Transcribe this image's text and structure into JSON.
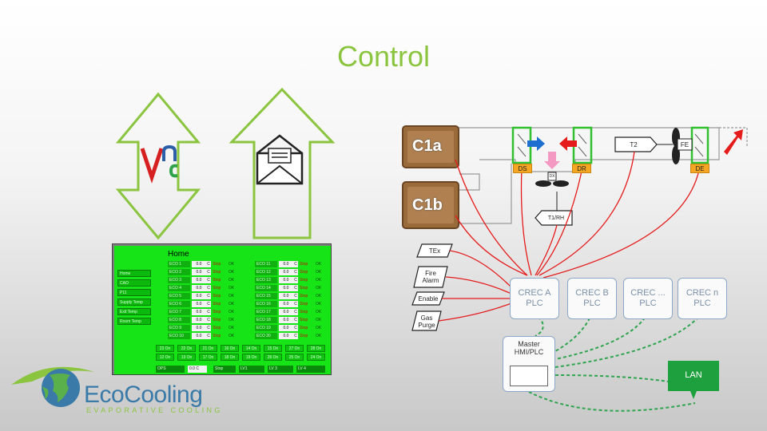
{
  "slide": {
    "title": "Control"
  },
  "logo": {
    "name": "EcoCooling",
    "tagline": "EVAPORATIVE COOLING"
  },
  "icons": {
    "vnc": "vnc-logo-icon",
    "email": "envelope-icon"
  },
  "hmi": {
    "title": "Home",
    "side_buttons": [
      "Home",
      "CAO",
      "P11",
      "Supply Temp",
      "Exit Temp",
      "Room Temp"
    ],
    "units_left": [
      {
        "name": "ECO 1",
        "value": "0.0",
        "unit": "C",
        "state": "Stop",
        "status": "OK"
      },
      {
        "name": "ECO 2",
        "value": "0.0",
        "unit": "C",
        "state": "Stop",
        "status": "OK"
      },
      {
        "name": "ECO 3",
        "value": "0.0",
        "unit": "C",
        "state": "Stop",
        "status": "OK"
      },
      {
        "name": "ECO 4",
        "value": "0.0",
        "unit": "C",
        "state": "Stop",
        "status": "OK"
      },
      {
        "name": "ECO 5",
        "value": "0.0",
        "unit": "C",
        "state": "Stop",
        "status": "OK"
      },
      {
        "name": "ECO 6",
        "value": "0.0",
        "unit": "C",
        "state": "Stop",
        "status": "OK"
      },
      {
        "name": "ECO 7",
        "value": "0.0",
        "unit": "C",
        "state": "Stop",
        "status": "OK"
      },
      {
        "name": "ECO 8",
        "value": "0.0",
        "unit": "C",
        "state": "Stop",
        "status": "OK"
      },
      {
        "name": "ECO 9",
        "value": "0.0",
        "unit": "C",
        "state": "Stop",
        "status": "OK"
      },
      {
        "name": "ECO 10",
        "value": "0.0",
        "unit": "C",
        "state": "Stop",
        "status": "OK"
      }
    ],
    "units_right": [
      {
        "name": "ECO 11",
        "value": "0.0",
        "unit": "C",
        "state": "Stop",
        "status": "OK"
      },
      {
        "name": "ECO 12",
        "value": "0.0",
        "unit": "C",
        "state": "Stop",
        "status": "OK"
      },
      {
        "name": "ECO 13",
        "value": "0.0",
        "unit": "C",
        "state": "Stop",
        "status": "OK"
      },
      {
        "name": "ECO 14",
        "value": "0.0",
        "unit": "C",
        "state": "Stop",
        "status": "OK"
      },
      {
        "name": "ECO 15",
        "value": "0.0",
        "unit": "C",
        "state": "Stop",
        "status": "OK"
      },
      {
        "name": "ECO 16",
        "value": "0.0",
        "unit": "C",
        "state": "Stop",
        "status": "OK"
      },
      {
        "name": "ECO 17",
        "value": "0.0",
        "unit": "C",
        "state": "Stop",
        "status": "OK"
      },
      {
        "name": "ECO 18",
        "value": "0.0",
        "unit": "C",
        "state": "Stop",
        "status": "OK"
      },
      {
        "name": "ECO 19",
        "value": "0.0",
        "unit": "C",
        "state": "Stop",
        "status": "OK"
      },
      {
        "name": "ECO 20",
        "value": "0.0",
        "unit": "C",
        "state": "Stop",
        "status": "OK"
      }
    ],
    "on_row_1": [
      "23 On",
      "22 On",
      "21 On",
      "16 On",
      "14 On",
      "15 On",
      "27 On",
      "28 On"
    ],
    "on_row_2": [
      "12 On",
      "13 On",
      "17 On",
      "18 On",
      "19 On",
      "26 On",
      "25 On",
      "24 On"
    ],
    "footer": [
      {
        "label": "OPS",
        "value": ""
      },
      {
        "label": "",
        "value": "0.0 C"
      },
      {
        "label": "Stop",
        "value": ""
      },
      {
        "label": "LV1",
        "value": ""
      },
      {
        "label": "LV 3",
        "value": ""
      },
      {
        "label": "LV 4",
        "value": ""
      }
    ]
  },
  "diagram": {
    "boxes": [
      {
        "label": "C1a"
      },
      {
        "label": "C1b"
      }
    ],
    "dampers": [
      "DS",
      "DR",
      "DE"
    ],
    "sensors": {
      "t2": "T2",
      "t1rh": "T1/RH",
      "fe": "FE",
      "dx": "DX"
    },
    "inputs": [
      "TEx",
      "Fire\nAlarm",
      "Enable",
      "Gas\nPurge"
    ],
    "plcs": [
      "CREC A\nPLC",
      "CREC B\nPLC",
      "CREC ...\nPLC",
      "CREC n\nPLC"
    ],
    "master": "Master\nHMI/PLC",
    "lan": "LAN",
    "colors": {
      "signal": "#e51b1b",
      "network": "#2ea44f",
      "accent": "#8bc53f",
      "brown": "#8b5a2b"
    }
  }
}
